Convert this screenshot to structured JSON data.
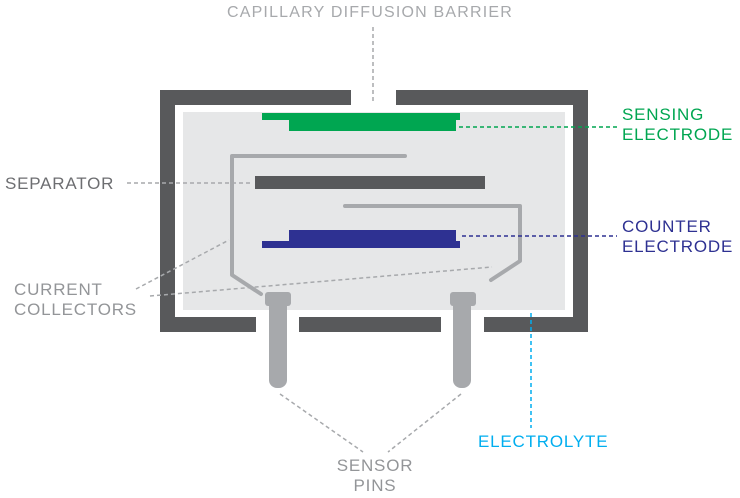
{
  "diagram": {
    "title": "CAPILLARY DIFFUSION BARRIER",
    "labels": {
      "sensing_electrode": "SENSING\nELECTRODE",
      "separator": "SEPARATOR",
      "counter_electrode": "COUNTER\nELECTRODE",
      "current_collectors": "CURRENT\nCOLLECTORS",
      "electrolyte": "ELECTROLYTE",
      "sensor_pins": "SENSOR\nPINS"
    },
    "colors": {
      "housing": "#58595b",
      "electrolyte": "#e6e7e8",
      "metal": "#a7a9ac",
      "sensing": "#00a651",
      "counter": "#2e3192",
      "electrolyte_label": "#00aeef",
      "gray_label": "#939598",
      "separator_label": "#6d6e71",
      "title": "#a7a9ac"
    }
  }
}
